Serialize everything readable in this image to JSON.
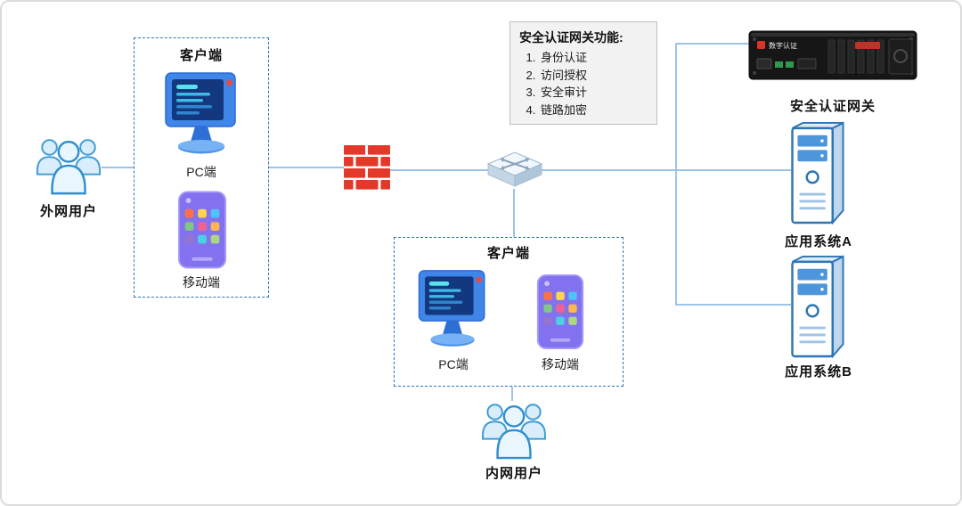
{
  "diagram": {
    "external_users": {
      "label": "外网用户"
    },
    "internal_users": {
      "label": "内网用户"
    },
    "client_box_top": {
      "title": "客户端",
      "pc_label": "PC端",
      "mobile_label": "移动端"
    },
    "client_box_bottom": {
      "title": "客户端",
      "pc_label": "PC端",
      "mobile_label": "移动端"
    },
    "gateway_functions": {
      "title": "安全认证网关功能:",
      "items": [
        "身份认证",
        "访问授权",
        "安全审计",
        "链路加密"
      ]
    },
    "gateway": {
      "label": "安全认证网关",
      "brand": "数字认证"
    },
    "app_system_a": {
      "label": "应用系统A"
    },
    "app_system_b": {
      "label": "应用系统B"
    },
    "colors": {
      "connector": "#9DC3E6",
      "dashed_border": "#2E75B6",
      "firewall_red": "#E2392B",
      "accent_blue": "#2E75B6",
      "panel_bg": "#F2F2F2"
    }
  }
}
